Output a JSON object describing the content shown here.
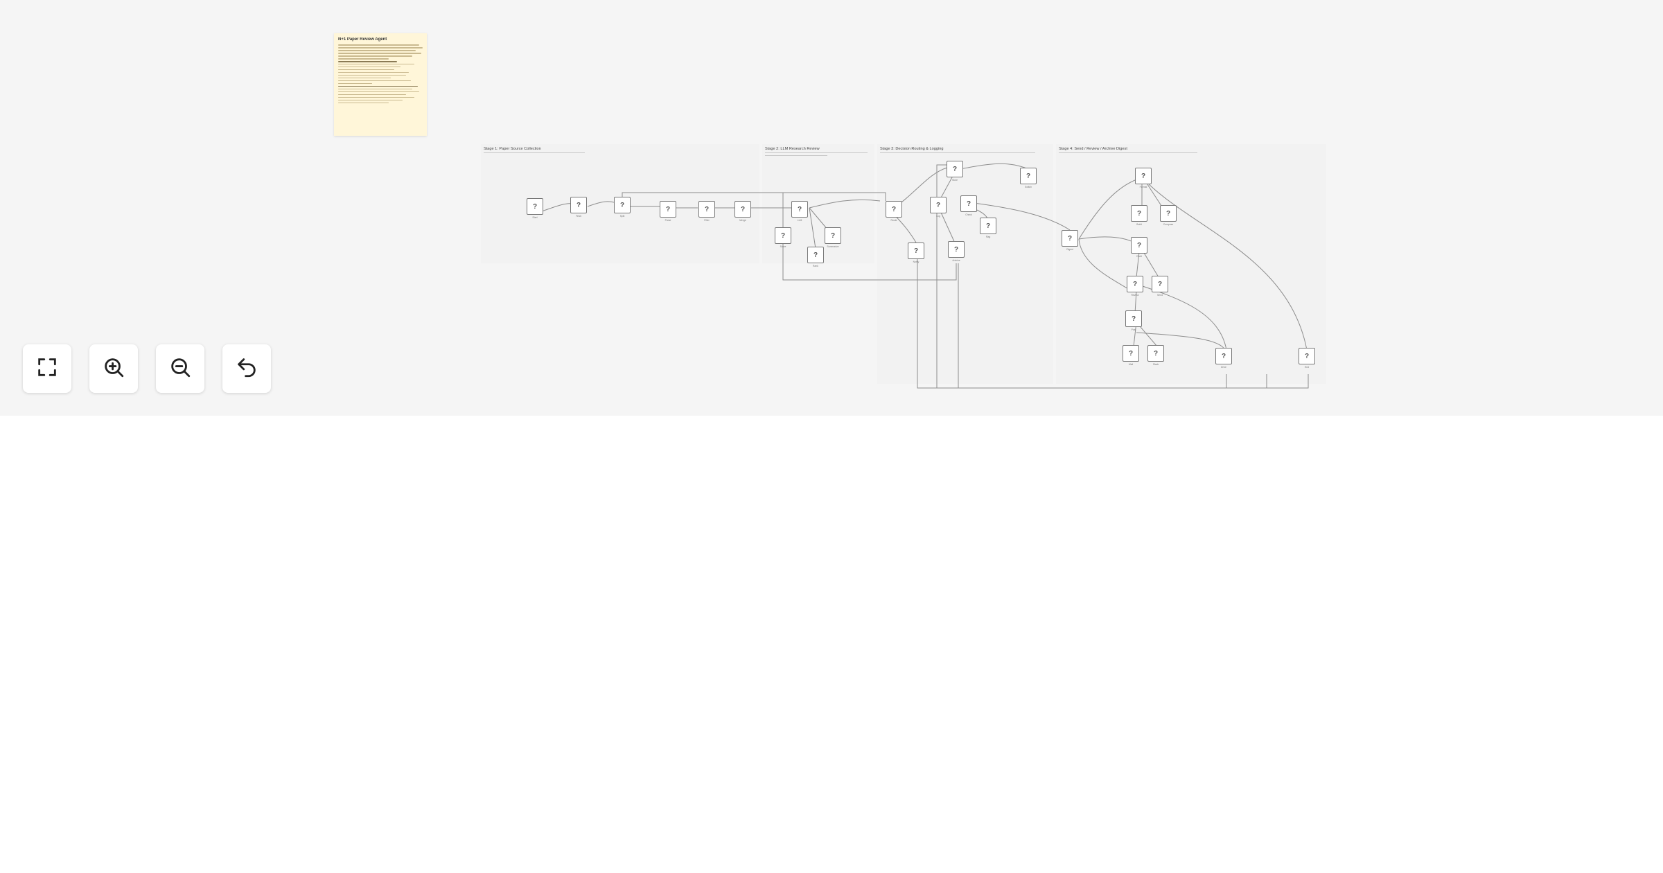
{
  "note": {
    "title": "N+1 Paper Review Agent",
    "line_count": 22
  },
  "stages": [
    {
      "title": "Stage 1: Paper Source Collection"
    },
    {
      "title": "Stage 2: LLM Research Review"
    },
    {
      "title": "Stage 3: Decision Routing & Logging"
    },
    {
      "title": "Stage 4: Send / Review / Archive Digest"
    }
  ],
  "node_icon": "?",
  "nodes": [
    {
      "id": "n1",
      "label": "Start"
    },
    {
      "id": "n2",
      "label": "Fetch"
    },
    {
      "id": "n3",
      "label": "Split"
    },
    {
      "id": "n4",
      "label": "Parse"
    },
    {
      "id": "n5",
      "label": "Filter"
    },
    {
      "id": "n6",
      "label": "Merge"
    },
    {
      "id": "n7",
      "label": "LLM"
    },
    {
      "id": "n8",
      "label": "Score"
    },
    {
      "id": "n9",
      "label": "Summarize"
    },
    {
      "id": "n10",
      "label": "Rank"
    },
    {
      "id": "n11",
      "label": "Route"
    },
    {
      "id": "n12",
      "label": "Log"
    },
    {
      "id": "n13",
      "label": "Store"
    },
    {
      "id": "n14",
      "label": "Check"
    },
    {
      "id": "n15",
      "label": "Flag"
    },
    {
      "id": "n16",
      "label": "Notify"
    },
    {
      "id": "n17",
      "label": "Archive"
    },
    {
      "id": "n18",
      "label": "Switch"
    },
    {
      "id": "n19",
      "label": "Digest"
    },
    {
      "id": "n20",
      "label": "Format"
    },
    {
      "id": "n21",
      "label": "Build"
    },
    {
      "id": "n22",
      "label": "Compose"
    },
    {
      "id": "n23",
      "label": "Draft"
    },
    {
      "id": "n24",
      "label": "Review"
    },
    {
      "id": "n25",
      "label": "Send"
    },
    {
      "id": "n26",
      "label": "Post"
    },
    {
      "id": "n27",
      "label": "Mail"
    },
    {
      "id": "n28",
      "label": "Slack"
    },
    {
      "id": "n29",
      "label": "Drive"
    },
    {
      "id": "n30",
      "label": "End"
    }
  ],
  "controls": [
    {
      "icon": "fullscreen-icon"
    },
    {
      "icon": "zoom-in-icon"
    },
    {
      "icon": "zoom-out-icon"
    },
    {
      "icon": "undo-icon"
    }
  ]
}
